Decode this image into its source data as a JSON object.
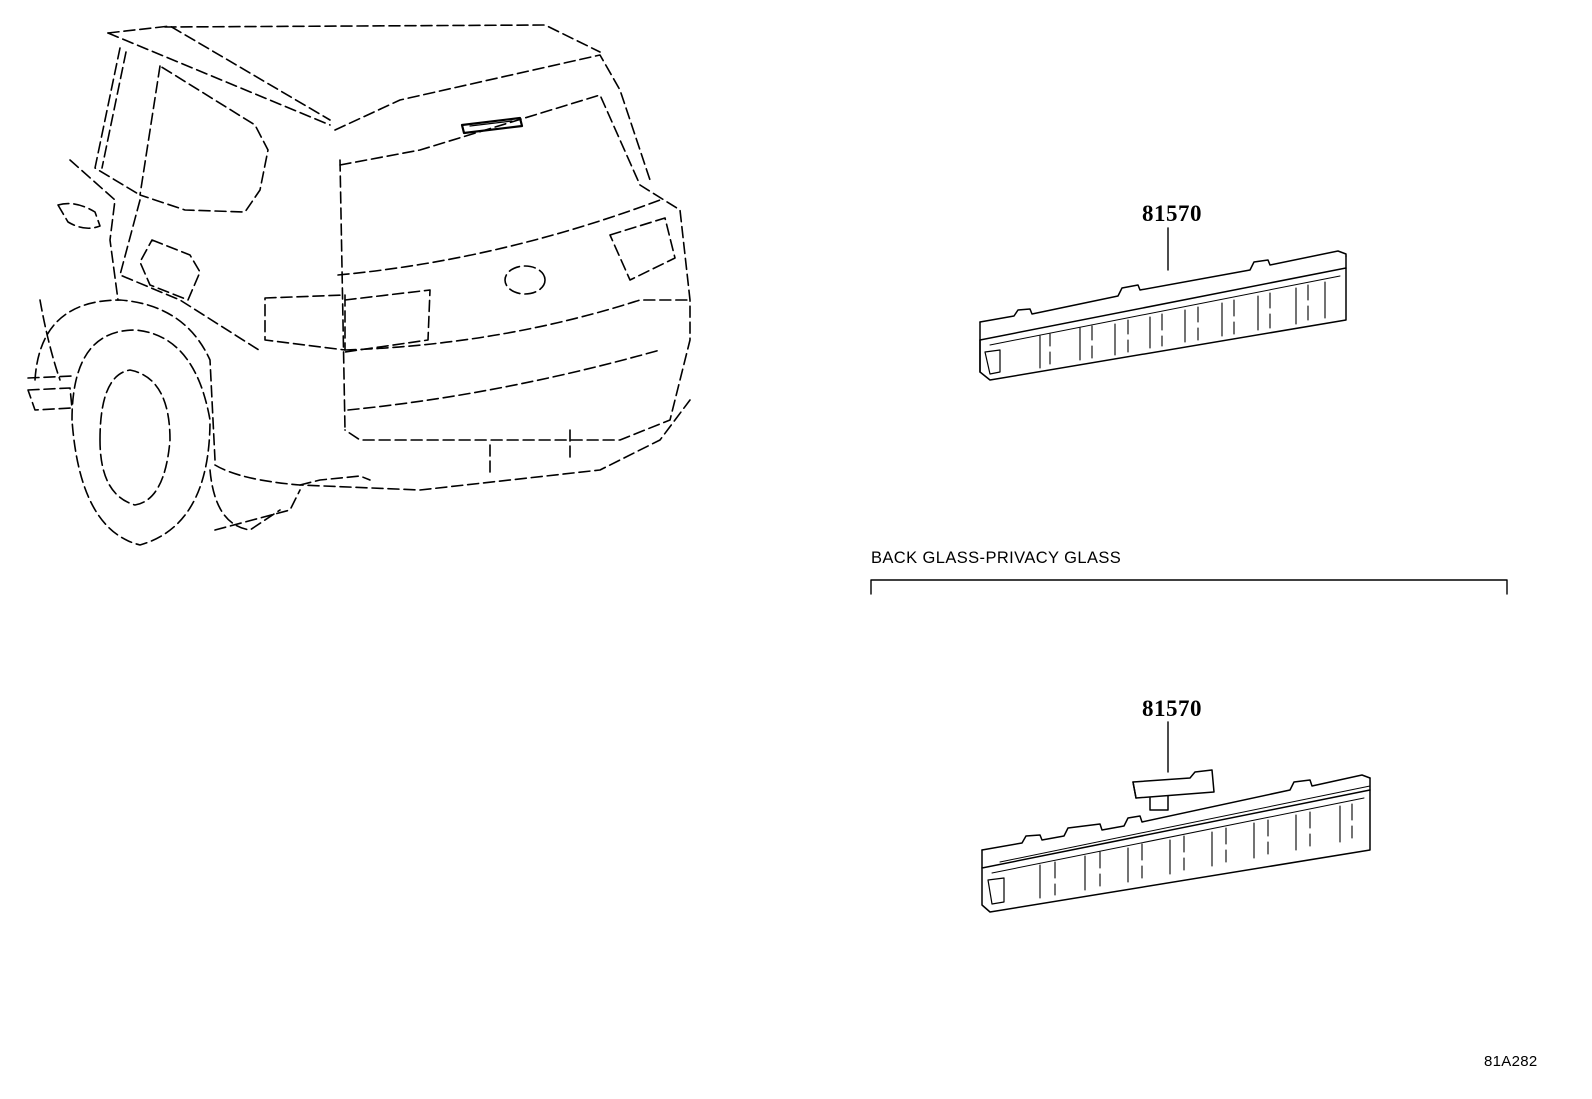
{
  "callouts": [
    {
      "part_number": "81570"
    },
    {
      "part_number": "81570"
    }
  ],
  "section": {
    "label": "BACK GLASS-PRIVACY GLASS"
  },
  "diagram_code": "81A282"
}
